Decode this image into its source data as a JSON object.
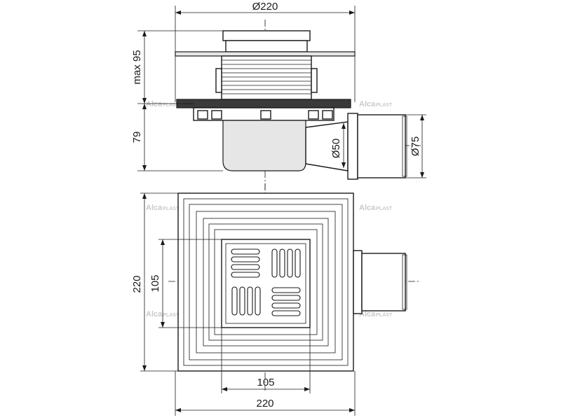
{
  "dimensions": {
    "top_diameter": "Ø220",
    "max_height": "max 95",
    "body_height": "79",
    "outlet_inner": "Ø50",
    "outlet_outer": "Ø75",
    "plan_height": "220",
    "grate_height": "105",
    "grate_width": "105",
    "plan_width": "220"
  },
  "watermark": {
    "brand": "Alca",
    "brand_suffix": "PLAST"
  }
}
